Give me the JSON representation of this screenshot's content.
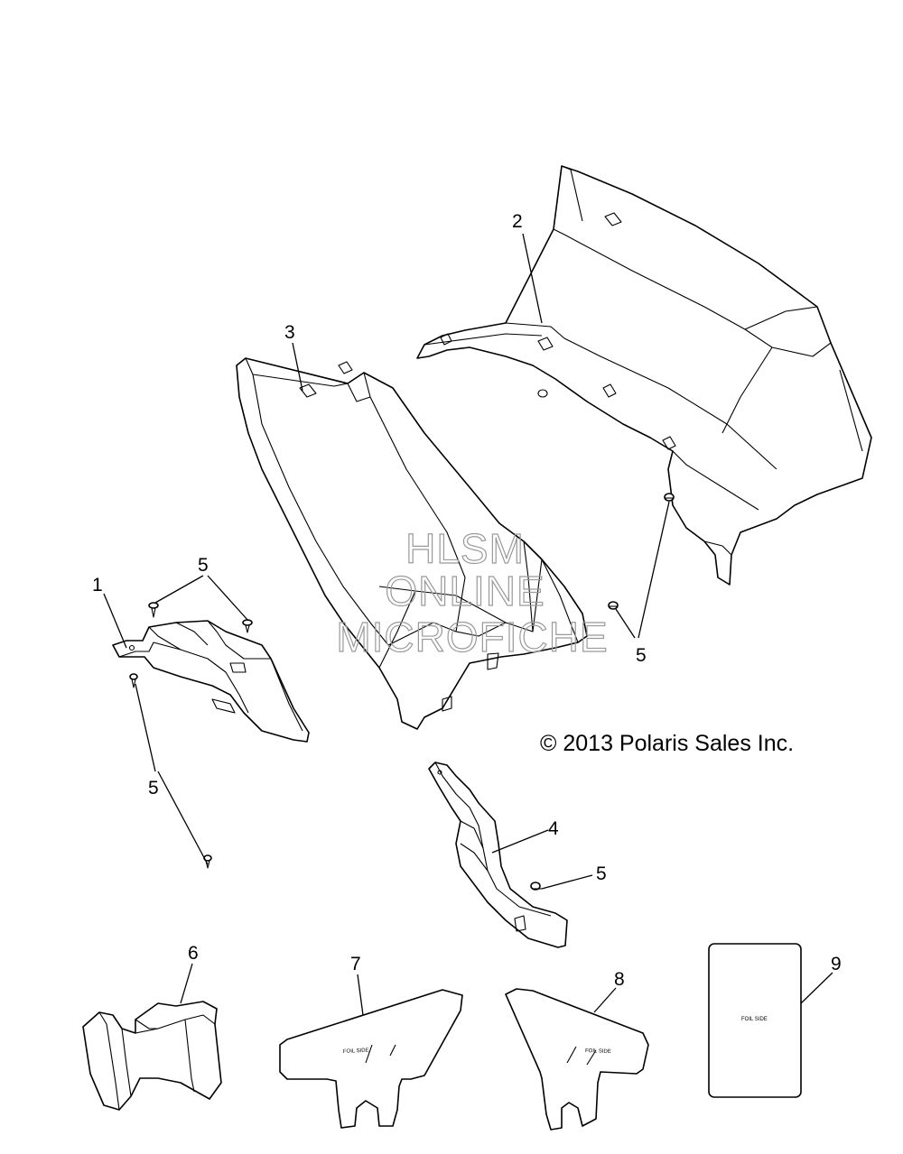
{
  "copyright": "© 2013 Polaris Sales Inc.",
  "watermark": [
    "HLSM",
    "ONLINE",
    "MICROFICHE"
  ],
  "foil_label": "FOIL SIDE",
  "callouts": {
    "c1": "1",
    "c2": "2",
    "c3": "3",
    "c4": "4",
    "c5a": "5",
    "c5b": "5",
    "c5c": "5",
    "c5d": "5",
    "c6": "6",
    "c7": "7",
    "c8": "8",
    "c9": "9"
  }
}
